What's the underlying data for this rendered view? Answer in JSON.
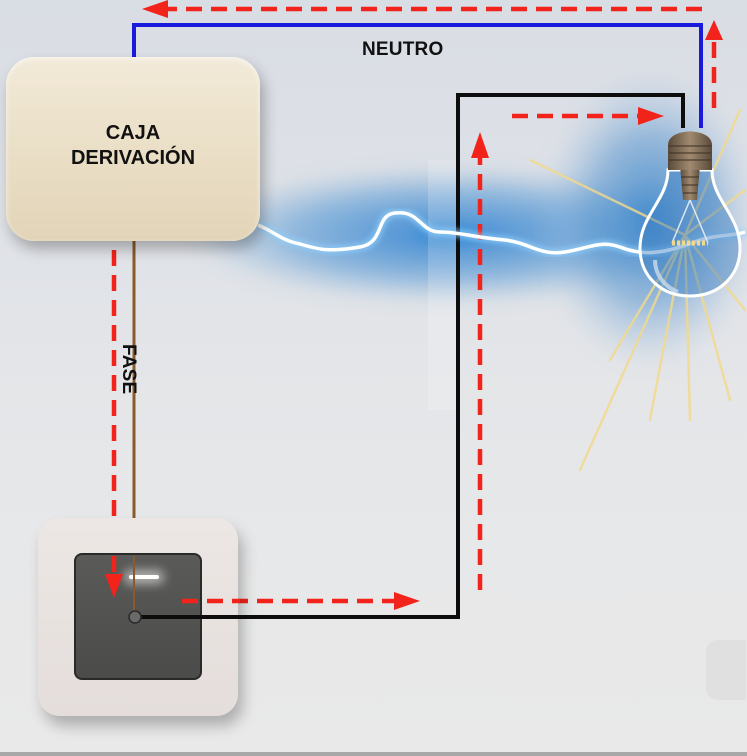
{
  "diagram": {
    "title": "Circuito de encendido simple",
    "labels": {
      "junction_box": [
        "CAJA",
        "DERIVACIÓN"
      ],
      "neutral": "NEUTRO",
      "phase": "FASE"
    },
    "components": [
      {
        "id": "junction-box",
        "name": "Caja de derivación"
      },
      {
        "id": "light-switch",
        "name": "Interruptor"
      },
      {
        "id": "light-bulb",
        "name": "Bombilla"
      }
    ],
    "wires": [
      {
        "id": "neutral-wire",
        "from": "junction-box",
        "to": "light-bulb",
        "color": "#1a1adc"
      },
      {
        "id": "phase-wire",
        "from": "junction-box",
        "to": "light-switch",
        "color": "#8a5a2b"
      },
      {
        "id": "return-wire",
        "from": "light-switch",
        "to": "light-bulb",
        "color": "#0d0d0d"
      }
    ],
    "current_flow": {
      "color": "#f2231a",
      "path": [
        "junction-box",
        "light-switch",
        "light-bulb",
        "junction-box"
      ]
    },
    "colors": {
      "arc": "#ffffff",
      "arc_glow": "#1a78d0",
      "bulb_glow": "#f3d98a"
    }
  }
}
